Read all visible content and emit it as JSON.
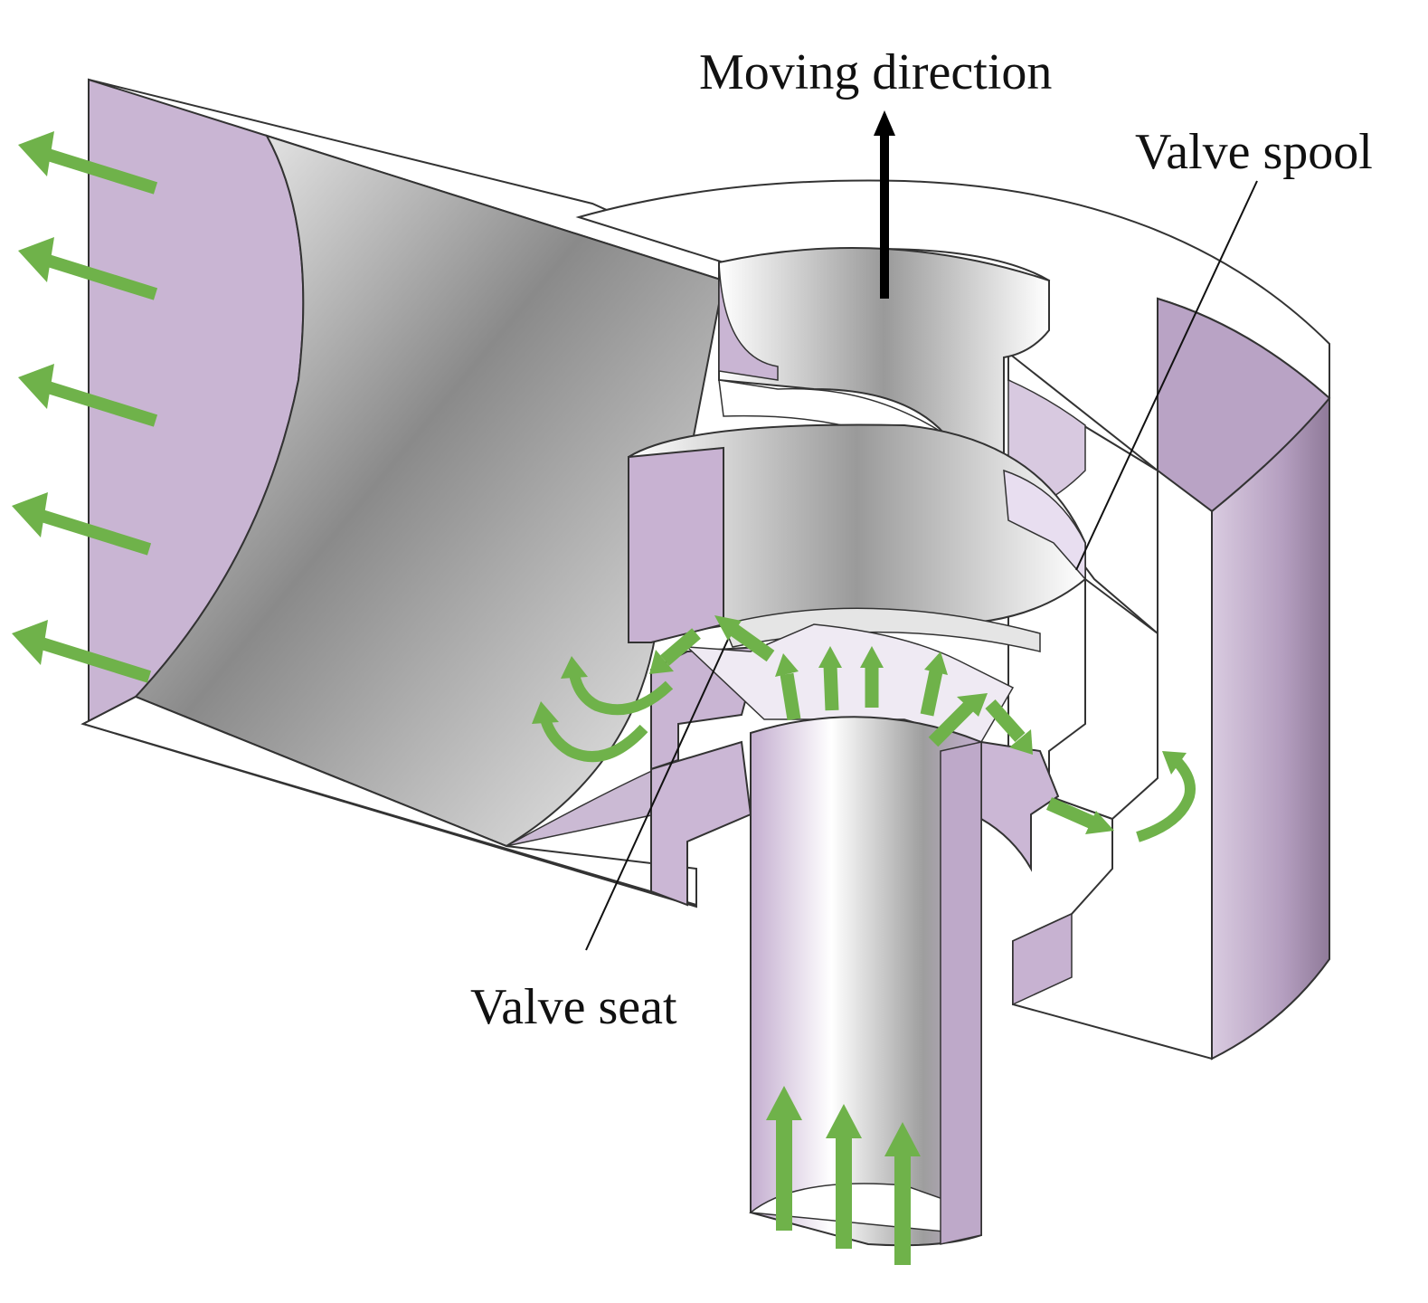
{
  "labels": {
    "moving_direction": "Moving direction",
    "valve_spool": "Valve spool",
    "valve_seat": "Valve seat"
  },
  "colors": {
    "flow_arrow": "#6fb24a",
    "motion_arrow": "#000000",
    "body_lavender": "#c9b5d3",
    "body_white": "#ffffff",
    "outline": "#333333"
  },
  "icons": {
    "flow": "arrow-icon",
    "motion": "arrow-up-icon"
  }
}
